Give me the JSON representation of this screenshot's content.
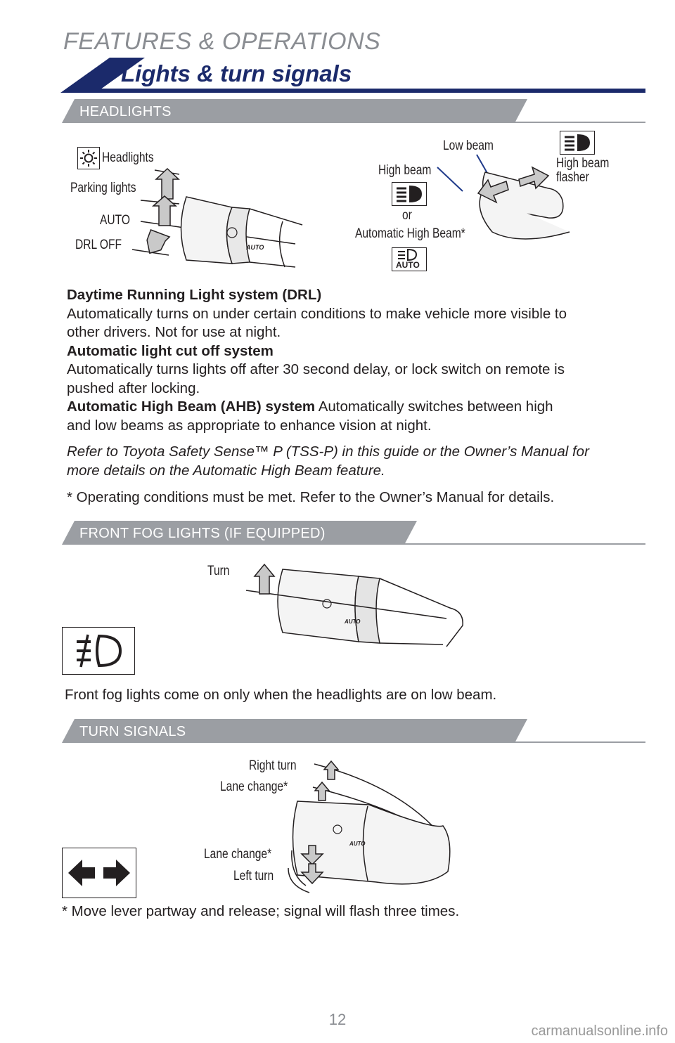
{
  "header": {
    "section": "FEATURES & OPERATIONS",
    "title": "Lights & turn signals"
  },
  "headlights": {
    "band": "HEADLIGHTS",
    "labels": {
      "headlights": "Headlights",
      "parking": "Parking lights",
      "auto": "AUTO",
      "drl_off": "DRL OFF",
      "low_beam": "Low beam",
      "high_beam": "High beam",
      "or": "or",
      "ahb": "Automatic High Beam*",
      "flasher_1": "High beam",
      "flasher_2": "flasher",
      "auto_icon": "AUTO"
    },
    "drl_title": "Daytime Running Light system (DRL)",
    "drl_text": "Automatically turns on under certain conditions to make vehicle more visible to",
    "drl_text_2": "other drivers. Not for use at night.",
    "cutoff_title": "Automatic light cut off system",
    "cutoff_text": "Automatically turns lights off after 30 second delay, or lock switch on remote is",
    "cutoff_text_2": "pushed after locking.",
    "ahb_title": "Automatic High Beam (AHB) system",
    "ahb_text": " Automatically switches between high",
    "ahb_text_2": "and low beams as appropriate to enhance vision at night.",
    "refer_1": "Refer to Toyota Safety Sense™ P (TSS-P) in this guide or the Owner’s Manual for",
    "refer_2": "more details on the Automatic High Beam feature.",
    "footnote": "* Operating conditions must be met. Refer to the Owner’s Manual for details."
  },
  "fog": {
    "band": "FRONT FOG LIGHTS (IF EQUIPPED)",
    "turn_label": "Turn",
    "note": "Front fog lights come on only when the headlights are on low beam."
  },
  "turn": {
    "band": "TURN SIGNALS",
    "right_turn": "Right turn",
    "lane_up": "Lane change*",
    "lane_down": "Lane change*",
    "left_turn": "Left turn",
    "footnote": "* Move lever partway and release; signal will flash three times."
  },
  "page_number": "12",
  "watermark": "carmanualsonline.info",
  "colors": {
    "navy": "#1b2a6b",
    "gray": "#8a8d92",
    "blue_line": "#1f3a8a"
  }
}
